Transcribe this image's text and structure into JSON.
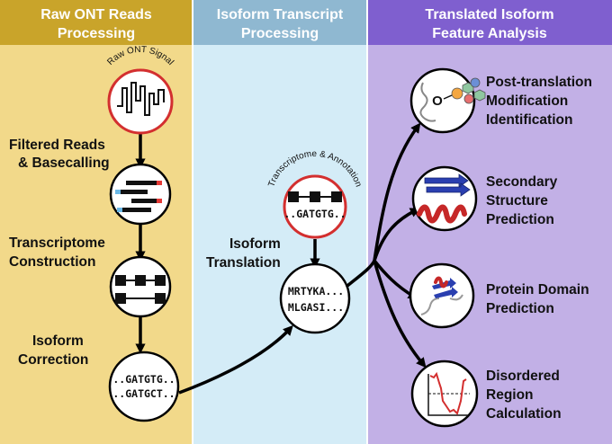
{
  "columns": [
    {
      "header": [
        "Raw ONT Reads",
        "Processing"
      ],
      "header_color": "#c9a42a",
      "body_color": "#f2d98a"
    },
    {
      "header": [
        "Isoform Transcript",
        "Processing"
      ],
      "header_color": "#8fb8d1",
      "body_color": "#d4ecf7"
    },
    {
      "header": [
        "Translated Isoform",
        "Feature Analysis"
      ],
      "header_color": "#7f5fcf",
      "body_color": "#c2b0e6"
    }
  ],
  "col1": {
    "signal_label": "Raw ONT Signal",
    "filtered_label": [
      "Filtered Reads",
      "& Basecalling"
    ],
    "transcriptome_label": [
      "Transcriptome",
      "Construction"
    ],
    "correction_label": [
      "Isoform",
      "Correction"
    ],
    "sequences": [
      "..GATGTG..",
      "..GATGCT.."
    ]
  },
  "col2": {
    "annotation_label": "Transcriptome & Annotation",
    "annotation_seq": "..GATGTG..",
    "translation_label": [
      "Isoform",
      "Translation"
    ],
    "protein_seqs": [
      "MRTYKA...",
      "MLGASI..."
    ]
  },
  "col3": {
    "ptm_label": [
      "Post-translation",
      "Modification",
      "Identification"
    ],
    "ptm_atom": "O",
    "secondary_label": [
      "Secondary",
      "Structure",
      "Prediction"
    ],
    "domain_label": [
      "Protein Domain",
      "Prediction"
    ],
    "disorder_label": [
      "Disordered",
      "Region",
      "Calculation"
    ]
  },
  "colors": {
    "ring_red": "#d32f2f",
    "read_red": "#e53935",
    "read_blue": "#6bb8e6",
    "helix_red": "#c62828",
    "sheet_blue": "#2a3fb0"
  }
}
